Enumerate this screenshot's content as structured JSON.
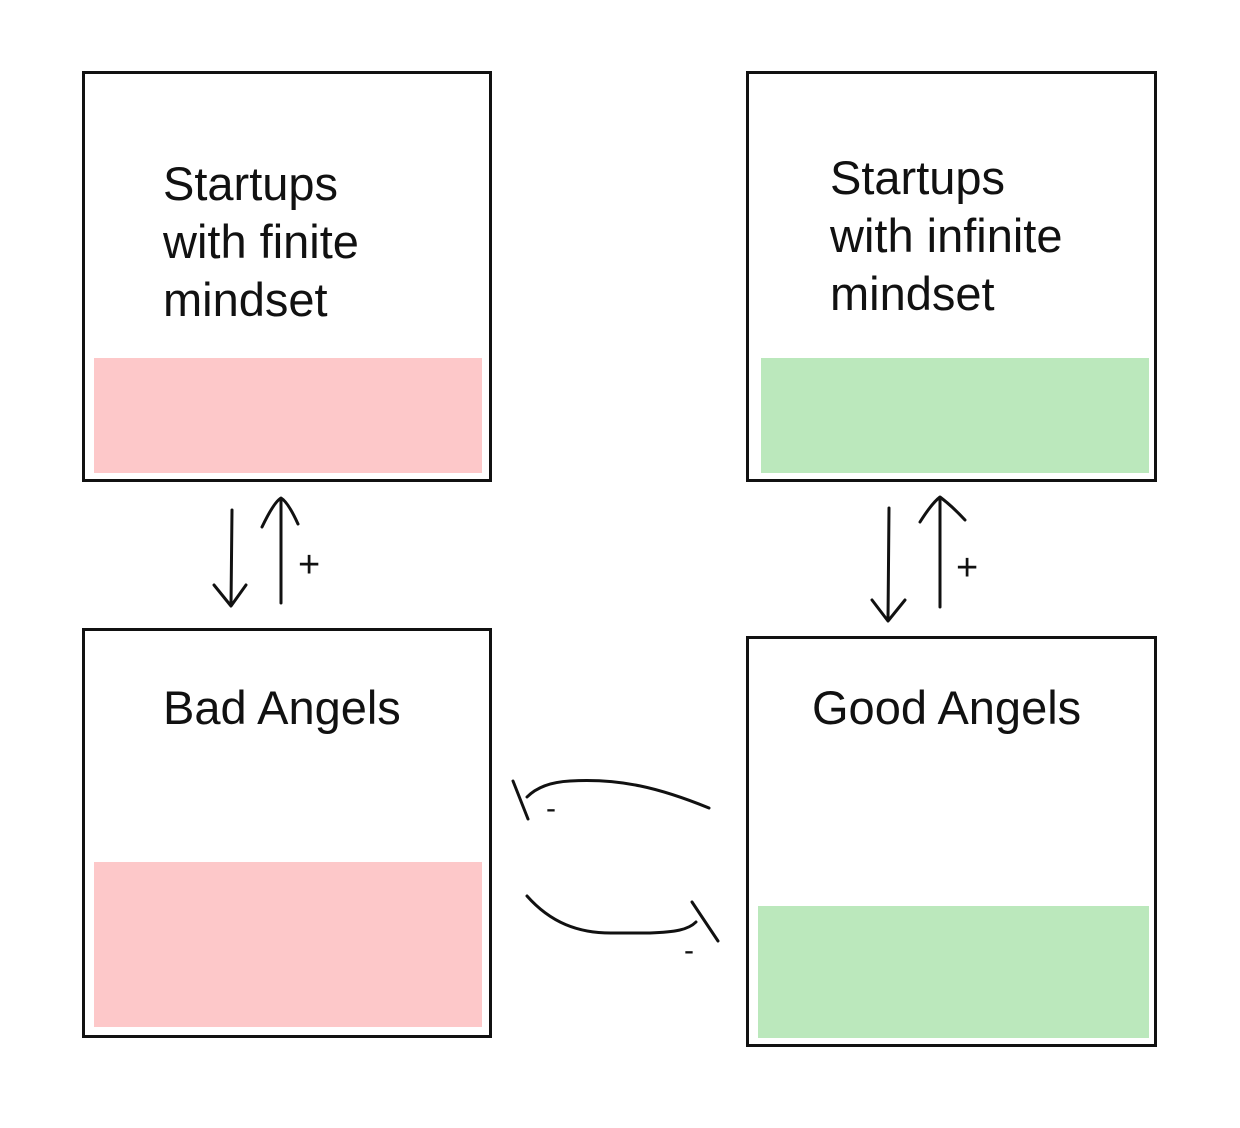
{
  "boxes": {
    "finite_startups": {
      "label": "Startups\nwith finite\nmindset",
      "fill_color": "#fdc8c9"
    },
    "infinite_startups": {
      "label": "Startups\nwith infinite\nmindset",
      "fill_color": "#bbe8bc"
    },
    "bad_angels": {
      "label": "Bad Angels",
      "fill_color": "#fdc8c9"
    },
    "good_angels": {
      "label": "Good Angels",
      "fill_color": "#bbe8bc"
    }
  },
  "links": {
    "finite_loop_sign": "+",
    "infinite_loop_sign": "+",
    "good_inhibits_bad_sign": "-",
    "bad_inhibits_good_sign": "-"
  }
}
